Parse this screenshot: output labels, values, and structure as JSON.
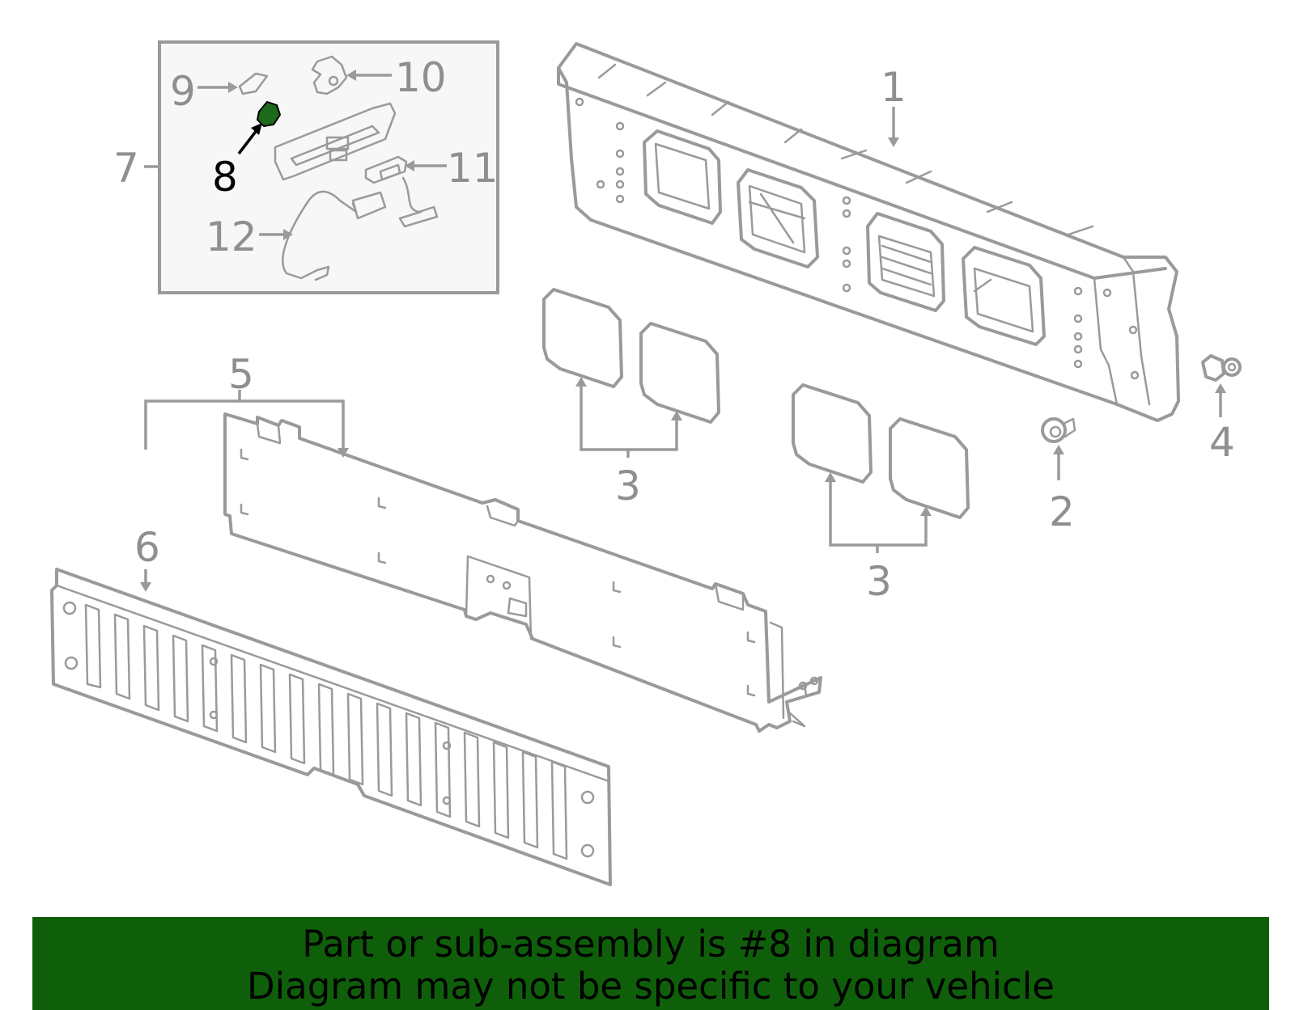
{
  "colors": {
    "line": "#9a9a9a",
    "highlight_part": "#1c6b1c",
    "banner_bg": "#0f5f0a",
    "callout_highlight": "#000000"
  },
  "callouts": {
    "c1": "1",
    "c2": "2",
    "c3a": "3",
    "c3b": "3",
    "c4": "4",
    "c5": "5",
    "c6": "6",
    "c7": "7",
    "c8": "8",
    "c9": "9",
    "c10": "10",
    "c11": "11",
    "c12": "12"
  },
  "banner": {
    "line1": "Part or sub-assembly is #8 in diagram",
    "line2": "Diagram may not be specific to your vehicle"
  }
}
